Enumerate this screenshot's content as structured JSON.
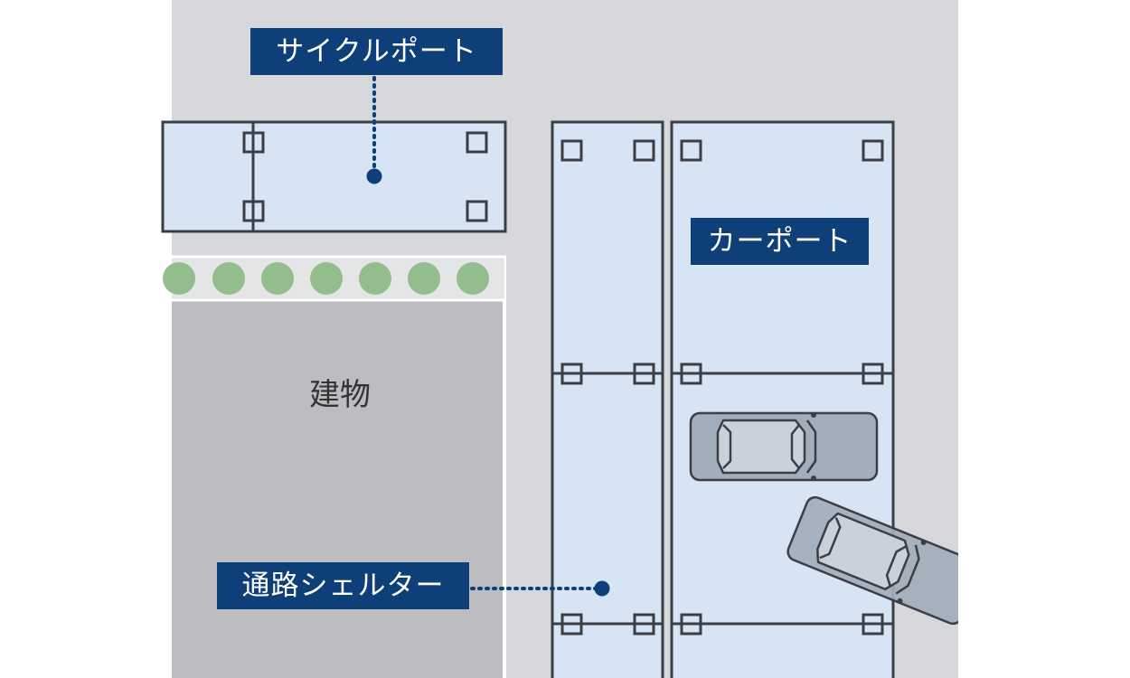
{
  "labels": {
    "cycle_port": "サイクルポート",
    "car_port": "カーポート",
    "walkway_shelter": "通路シェルター",
    "building": "建物"
  },
  "colors": {
    "ground": "#d6d7da",
    "building": "#bcbdc1",
    "canopy": "#d6e4f4",
    "outline": "#3b3e44",
    "label_bg": "#0e3f78",
    "leader": "#0e3f78",
    "tree": "#93bd8c",
    "hedge_strip": "#e4e5e7",
    "car_body": "#a2aebb",
    "car_glass": "#c9d1da"
  }
}
